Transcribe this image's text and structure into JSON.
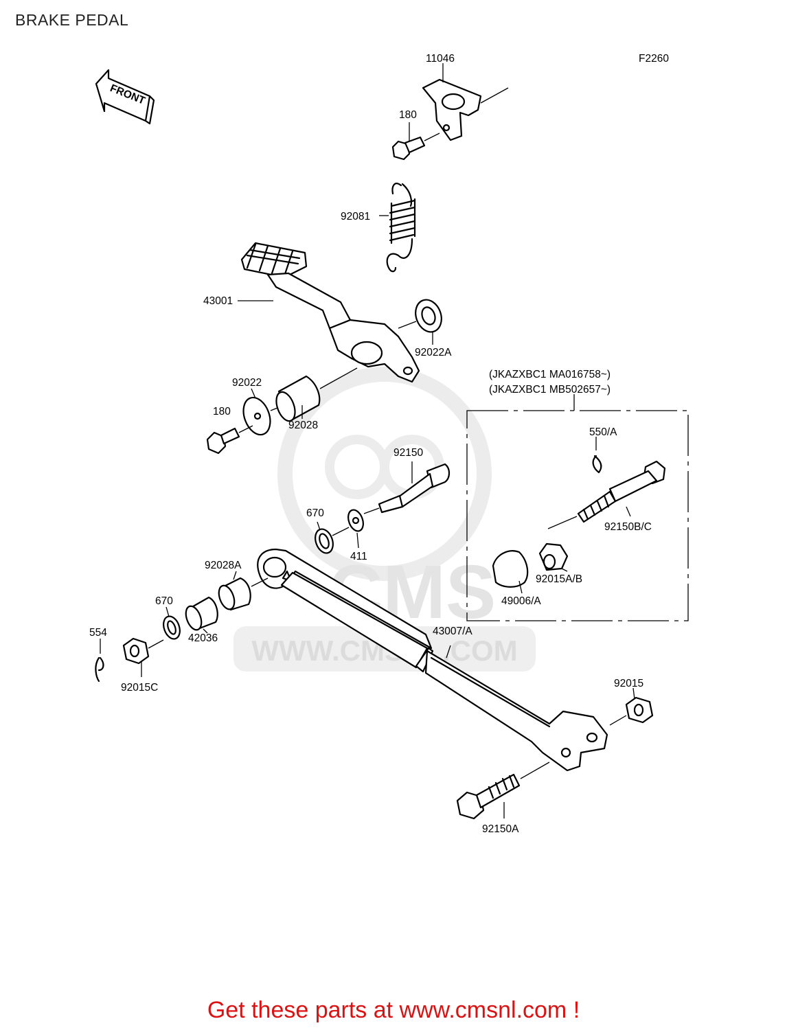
{
  "title": "BRAKE PEDAL",
  "figure_code": "F2260",
  "front_label": "FRONT",
  "watermark": {
    "brand": "CMS",
    "url": "WWW.CMSNL.COM"
  },
  "serial_notes": [
    "(JKAZXBC1 MA016758~)",
    "(JKAZXBC1 MB502657~)"
  ],
  "labels": {
    "p11046": "11046",
    "p180_top": "180",
    "p92081": "92081",
    "p43001": "43001",
    "p92022A": "92022A",
    "p92022": "92022",
    "p180_mid": "180",
    "p92028": "92028",
    "p92150": "92150",
    "p670_top": "670",
    "p411": "411",
    "p92028A": "92028A",
    "p670_low": "670",
    "p42036": "42036",
    "p554": "554",
    "p92015C": "92015C",
    "p43007A": "43007/A",
    "p92015": "92015",
    "p92150A": "92150A",
    "p550A": "550/A",
    "p92150BC": "92150B/C",
    "p92015AB": "92015A/B",
    "p49006A": "49006/A"
  },
  "footer": "Get these parts at www.cmsnl.com !",
  "colors": {
    "footer_text": "#dd1111",
    "watermark": "#e4e4e4"
  }
}
